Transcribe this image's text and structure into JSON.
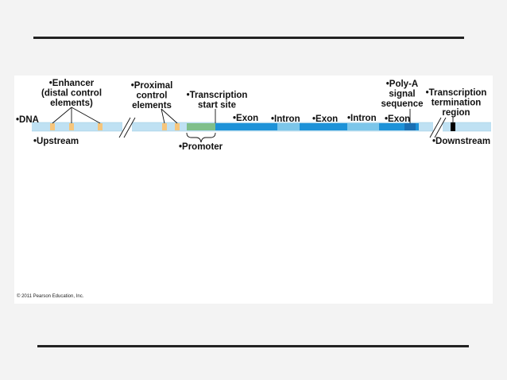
{
  "labels": {
    "enhancer": [
      "•Enhancer",
      "(distal control",
      "elements)"
    ],
    "proximal": [
      "•Proximal",
      "control",
      "elements"
    ],
    "tss": [
      "•Transcription",
      "start site"
    ],
    "polya": [
      "•Poly-A",
      "signal",
      "sequence"
    ],
    "term": [
      "•Transcription",
      "termination",
      "region"
    ],
    "dna": "•DNA",
    "exon1": "•Exon",
    "intron1": "•Intron",
    "exon2": "•Exon",
    "intron2": "•Intron",
    "exon3": "•Exon",
    "upstream": "•Upstream",
    "promoter": "•Promoter",
    "downstream": "•Downstream"
  },
  "copyright": "© 2011 Pearson Education, Inc.",
  "colors": {
    "dna_strand": "#bfe1f3",
    "exon": "#1d92d8",
    "intron": "#7cc6ea",
    "control_element": "#f6c57b",
    "promoter": "#7fbf8b",
    "polya_signal": "#1a6fb3",
    "termination": "#000000"
  }
}
